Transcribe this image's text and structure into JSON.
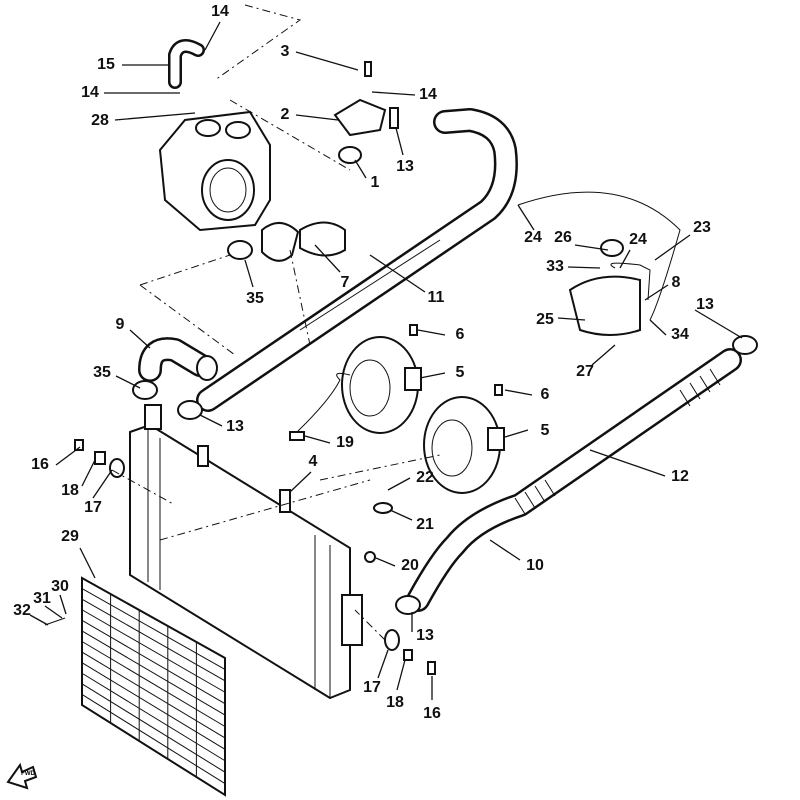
{
  "diagram": {
    "callouts": [
      "14",
      "15",
      "3",
      "14",
      "14",
      "28",
      "2",
      "13",
      "1",
      "24",
      "26",
      "24",
      "23",
      "33",
      "8",
      "35",
      "7",
      "11",
      "9",
      "25",
      "13",
      "6",
      "34",
      "5",
      "35",
      "27",
      "6",
      "13",
      "5",
      "19",
      "16",
      "4",
      "22",
      "12",
      "18",
      "17",
      "21",
      "29",
      "10",
      "20",
      "30",
      "31",
      "32",
      "13",
      "17",
      "18",
      "16"
    ],
    "direction_badge": "FWD"
  }
}
